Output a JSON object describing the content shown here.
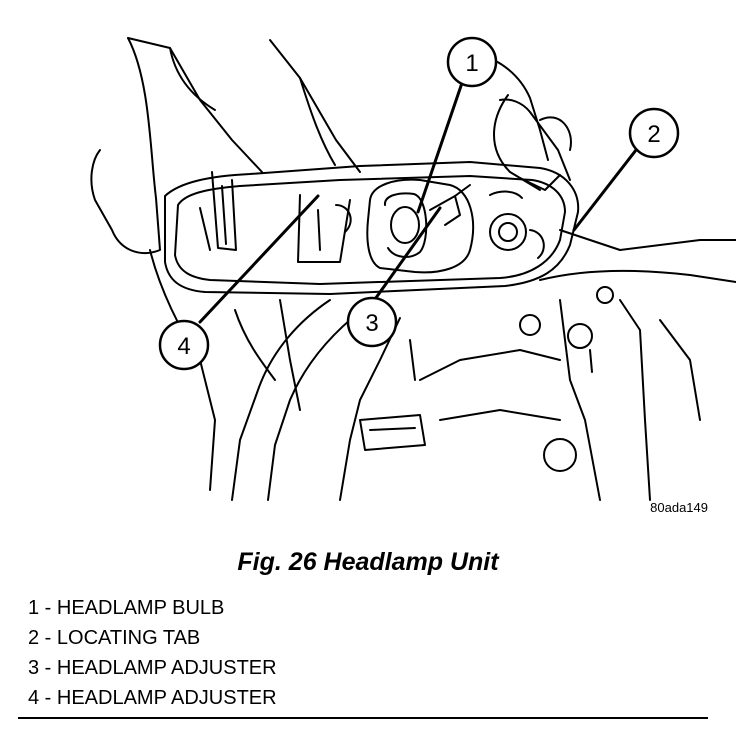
{
  "figure": {
    "caption": "Fig. 26 Headlamp Unit",
    "code": "80ada149",
    "callouts": [
      "1",
      "2",
      "3",
      "4"
    ]
  },
  "legend": [
    "1 - HEADLAMP BULB",
    "2 - LOCATING TAB",
    "3 - HEADLAMP ADJUSTER",
    "4 - HEADLAMP ADJUSTER"
  ]
}
